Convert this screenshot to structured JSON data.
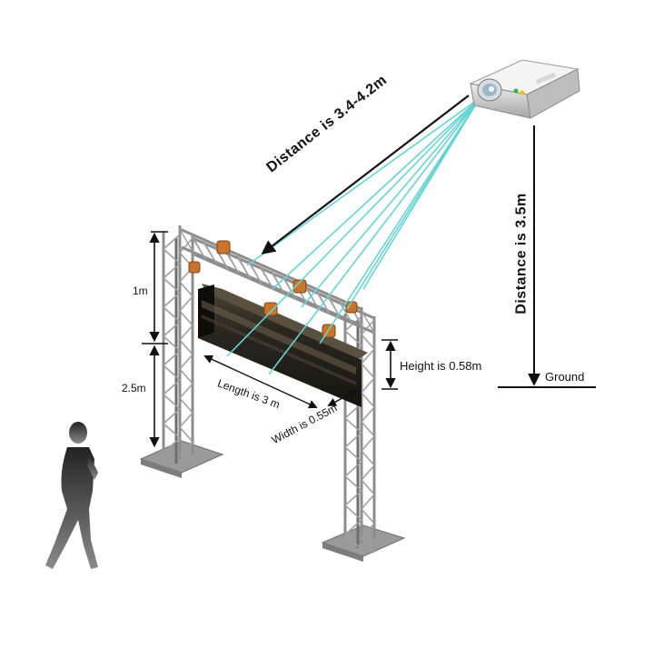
{
  "labels": {
    "projector_distance": "Distance is 3.4-4.2m",
    "vertical_distance": "Distance is 3.5m",
    "ground": "Ground",
    "upper_height": "1m",
    "lower_height": "2.5m",
    "screen_height": "Height is 0.58m",
    "screen_length": "Length is  3  m",
    "screen_width": "Width is 0.55m"
  },
  "colors": {
    "beam": "#66d4d4",
    "truss": "#a9a9a9",
    "truss_dark": "#5f5f5f",
    "screen": "#2a261f",
    "clamp": "#c8742a",
    "line": "#111111"
  },
  "icons": {
    "projector": "projector-icon",
    "person": "person-silhouette-icon"
  }
}
